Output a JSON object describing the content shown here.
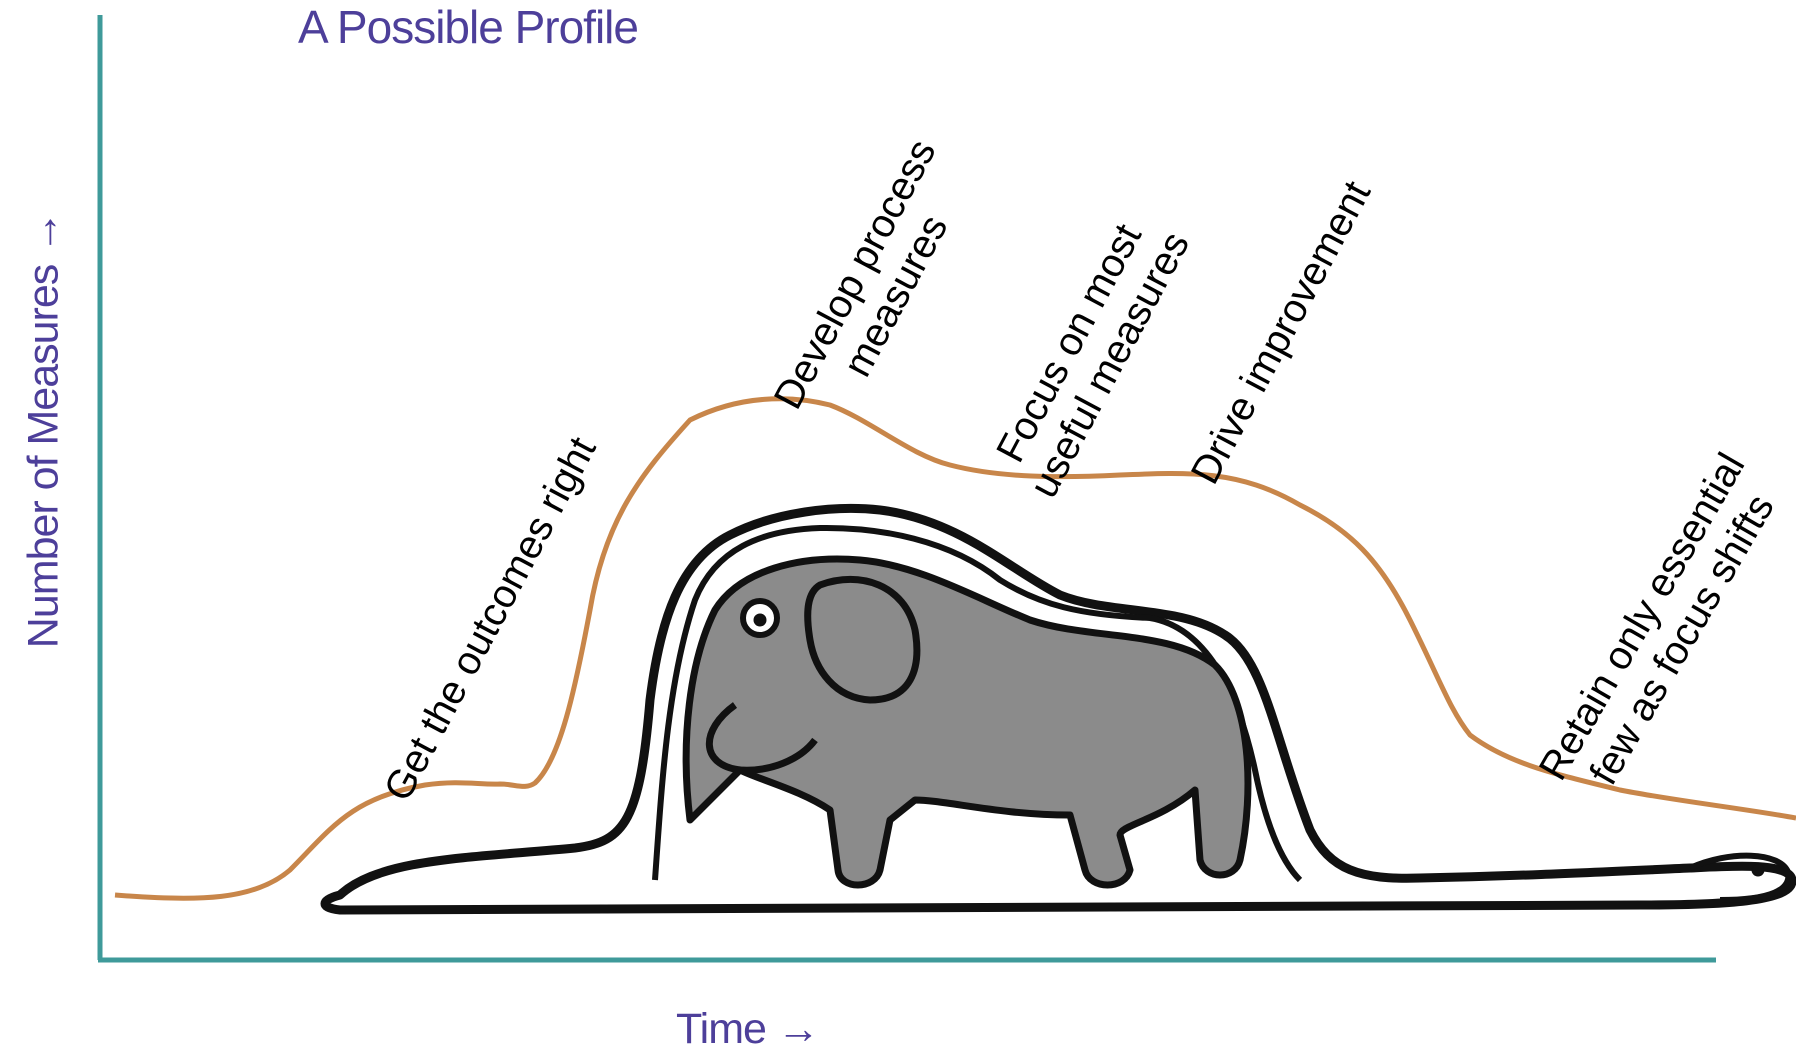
{
  "title": "A Possible Profile",
  "y_axis_label": "Number of Measures →",
  "x_axis_label": "Time →",
  "colors": {
    "text_accent": "#4d3f9a",
    "axis": "#3f9a9a",
    "curve": "#c8864a",
    "drawing": "#111111",
    "elephant_fill": "#8b8b8b"
  },
  "stages": [
    {
      "lines": [
        "Get the outcomes right"
      ]
    },
    {
      "lines": [
        "Develop process",
        "measures"
      ]
    },
    {
      "lines": [
        "Focus on most",
        "useful measures"
      ]
    },
    {
      "lines": [
        "Drive improvement"
      ]
    },
    {
      "lines": [
        "Retain only essential",
        "few as focus shifts"
      ]
    }
  ],
  "illustration": "boa-constrictor-digesting-an-elephant"
}
